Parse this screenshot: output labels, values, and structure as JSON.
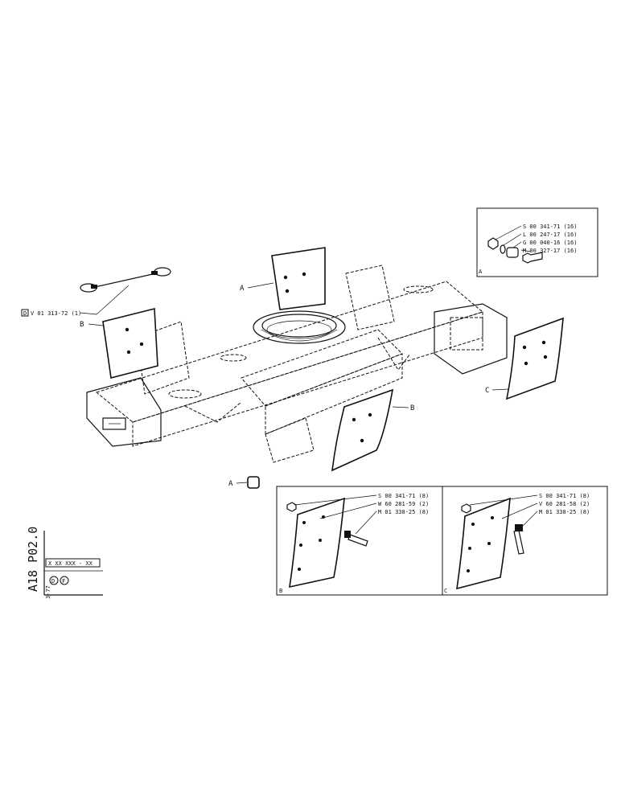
{
  "callouts": {
    "a_top": "A",
    "a_bottom": "A",
    "b_left": "B",
    "b_right": "B",
    "c_right": "C"
  },
  "cable_ref": "V 01 313-72 (1)",
  "cable_box": "D",
  "inset_a": {
    "letter": "A",
    "parts": [
      "S 00 341-71 (16)",
      "L 00 247-17 (16)",
      "G 00 040-16 (16)",
      "M 00 327-17 (16)"
    ]
  },
  "inset_b": {
    "letter": "B",
    "parts": [
      "S 00 341-71 (8)",
      "W 60 281-59 (2)",
      "M 01 338-25 (8)"
    ]
  },
  "inset_c": {
    "letter": "C",
    "parts": [
      "S 00 341-71 (8)",
      "V 60 281-58 (2)",
      "M 01 338-25 (8)"
    ]
  },
  "titleblock": {
    "code": "A18 P02.0",
    "date": "3-77",
    "serial": "X XX XXX - XX",
    "marks": [
      "D",
      "F"
    ]
  }
}
